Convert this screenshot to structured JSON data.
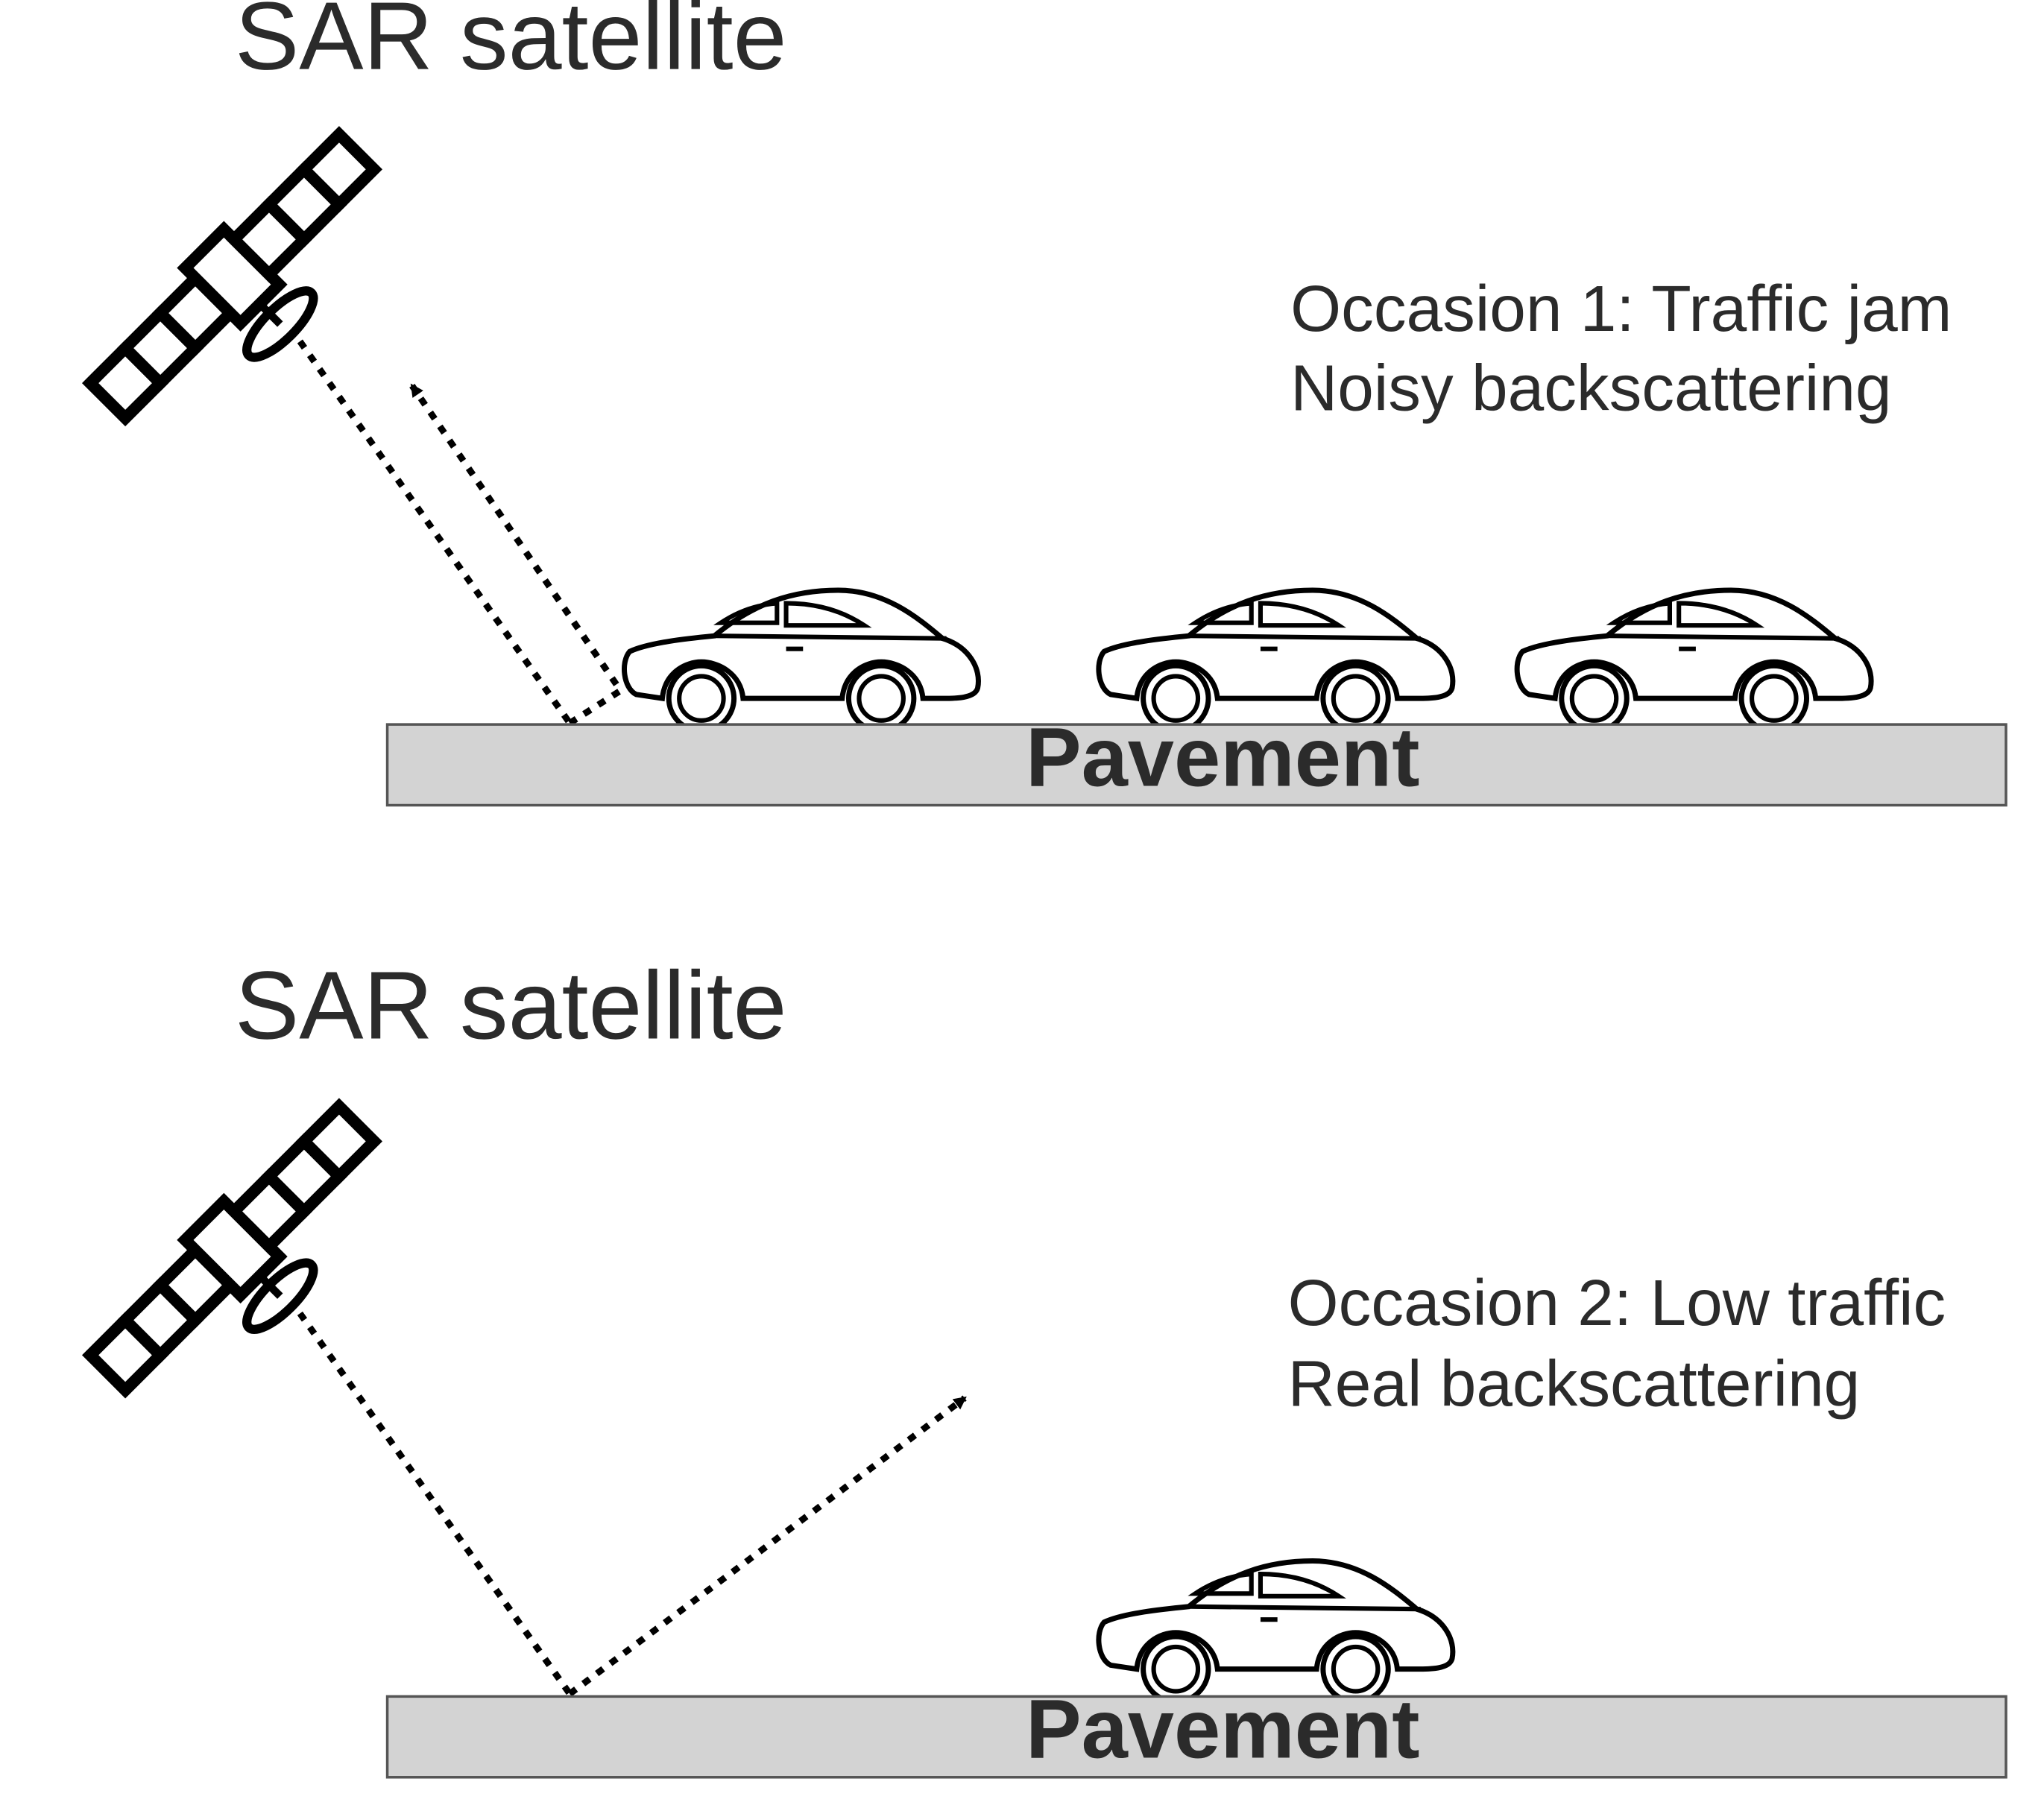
{
  "scenes": [
    {
      "satellite_label": "SAR satellite",
      "occasion_line1": "Occasion 1: Traffic jam",
      "occasion_line2": "Noisy backscattering",
      "pavement_label": "Pavement",
      "car_count": 3
    },
    {
      "satellite_label": "SAR satellite",
      "occasion_line1": "Occasion 2: Low traffic",
      "occasion_line2": "Real backscattering",
      "pavement_label": "Pavement",
      "car_count": 1
    }
  ],
  "colors": {
    "pavement_fill": "#d3d3d3",
    "stroke": "#000000",
    "text": "#2b2b2b"
  },
  "icons": [
    "satellite-icon",
    "car-icon"
  ]
}
